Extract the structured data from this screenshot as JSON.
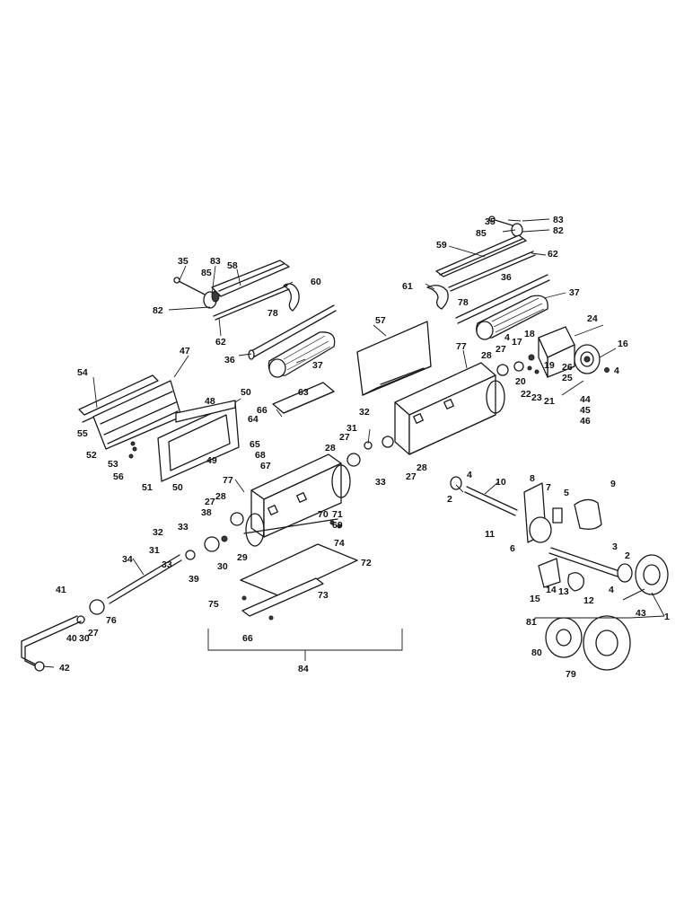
{
  "labels": [
    "35",
    "83",
    "85",
    "58",
    "60",
    "82",
    "78",
    "62",
    "36",
    "37",
    "35",
    "83",
    "85",
    "82",
    "59",
    "62",
    "61",
    "78",
    "36",
    "37",
    "57",
    "77",
    "28",
    "4",
    "27",
    "17",
    "18",
    "24",
    "16",
    "4",
    "19",
    "26",
    "20",
    "22",
    "23",
    "21",
    "25",
    "44",
    "45",
    "46",
    "54",
    "47",
    "48",
    "50",
    "55",
    "52",
    "53",
    "56",
    "51",
    "50",
    "49",
    "63",
    "66",
    "64",
    "65",
    "68",
    "67",
    "32",
    "31",
    "27",
    "28",
    "33",
    "27",
    "28",
    "77",
    "28",
    "27",
    "38",
    "33",
    "32",
    "31",
    "29",
    "30",
    "39",
    "33",
    "70",
    "71",
    "69",
    "72",
    "73",
    "74",
    "75",
    "66",
    "84",
    "34",
    "41",
    "40",
    "30",
    "27",
    "76",
    "42",
    "4",
    "2",
    "10",
    "8",
    "7",
    "5",
    "9",
    "11",
    "6",
    "3",
    "2",
    "4",
    "14",
    "13",
    "12",
    "15",
    "43",
    "1",
    "81",
    "80",
    "79"
  ]
}
